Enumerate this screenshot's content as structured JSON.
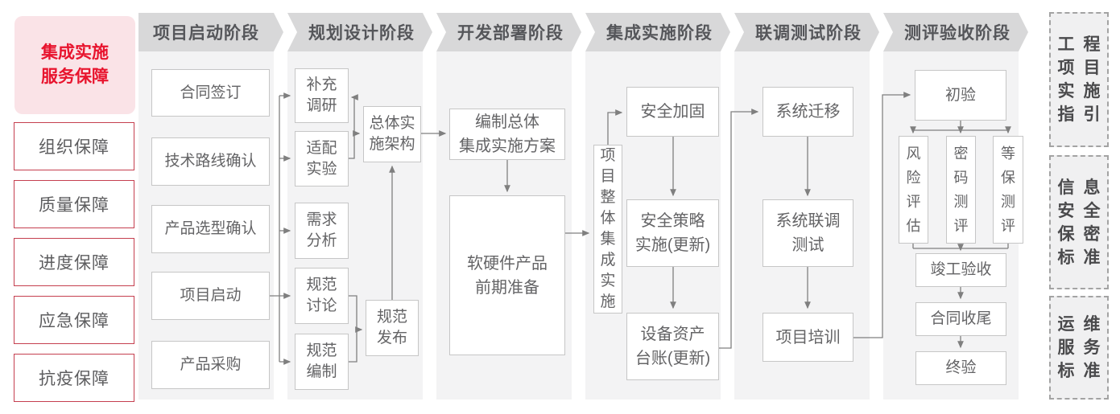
{
  "colors": {
    "accent_red": "#e8142e",
    "pink_bg": "#fae3e7",
    "red_border": "#c53f4f",
    "header_bg": "#d8d8d9",
    "column_bg": "#f3f3f4",
    "line_gray": "#7f7f7f",
    "text_gray": "#5d5d5f"
  },
  "sidebar": {
    "title": "集成实施\n服务保障",
    "items": [
      "组织保障",
      "质量保障",
      "进度保障",
      "应急保障",
      "抗疫保障"
    ]
  },
  "columns": [
    {
      "title": "项目启动阶段",
      "boxes": [
        "合同签订",
        "技术路线确认",
        "产品选型确认",
        "项目启动",
        "产品采购"
      ]
    },
    {
      "title": "规划设计阶段",
      "boxes": [
        "补充\n调研",
        "适配\n实验",
        "需求\n分析",
        "规范\n讨论",
        "规范\n编制",
        "总体实\n施架构",
        "规范\n发布"
      ]
    },
    {
      "title": "开发部署阶段",
      "boxes": [
        "编制总体\n集成实施方案",
        "软硬件产品\n前期准备"
      ]
    },
    {
      "title": "集成实施阶段",
      "boxes": [
        "项目整体集成实施",
        "安全加固",
        "安全策略\n实施(更新)",
        "设备资产\n台账(更新)"
      ]
    },
    {
      "title": "联调测试阶段",
      "boxes": [
        "系统迁移",
        "系统联调\n测试",
        "项目培训"
      ]
    },
    {
      "title": "测评验收阶段",
      "boxes": [
        "初验",
        "风险评估",
        "密码测评",
        "等保测评",
        "竣工验收",
        "合同收尾",
        "终验"
      ]
    }
  ],
  "right_panels": [
    "工程\n项目\n实施\n指引",
    "信息\n安全\n保密\n标准",
    "运维\n服务\n标准"
  ]
}
